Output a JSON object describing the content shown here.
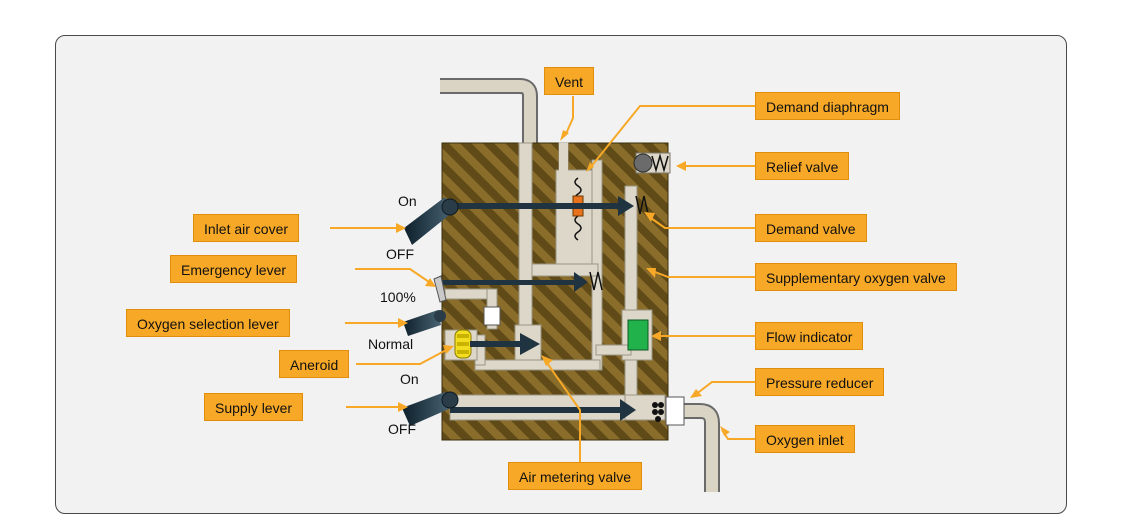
{
  "labels": {
    "vent": "Vent",
    "demand_diaphragm": "Demand diaphragm",
    "relief_valve": "Relief valve",
    "demand_valve": "Demand valve",
    "supplementary_oxygen_valve": "Supplementary oxygen valve",
    "flow_indicator": "Flow indicator",
    "pressure_reducer": "Pressure reducer",
    "oxygen_inlet": "Oxygen inlet",
    "air_metering_valve": "Air metering valve",
    "inlet_air_cover": "Inlet air cover",
    "emergency_lever": "Emergency lever",
    "oxygen_selection_lever": "Oxygen selection lever",
    "aneroid": "Aneroid",
    "supply_lever": "Supply lever"
  },
  "positions": {
    "on_top": "On",
    "off_top": "OFF",
    "hundred_percent": "100%",
    "normal": "Normal",
    "on_bottom": "On",
    "off_bottom": "OFF"
  },
  "colors": {
    "callout": "#f7a827",
    "callout_border": "#e08e0b",
    "body_base": "#8a6d2b",
    "body_stripe": "#5f4a18",
    "passage": "#dcd7c8",
    "rod": "#1f3340",
    "flow_indicator": "#22b24c",
    "aneroid": "#f2dd20"
  }
}
